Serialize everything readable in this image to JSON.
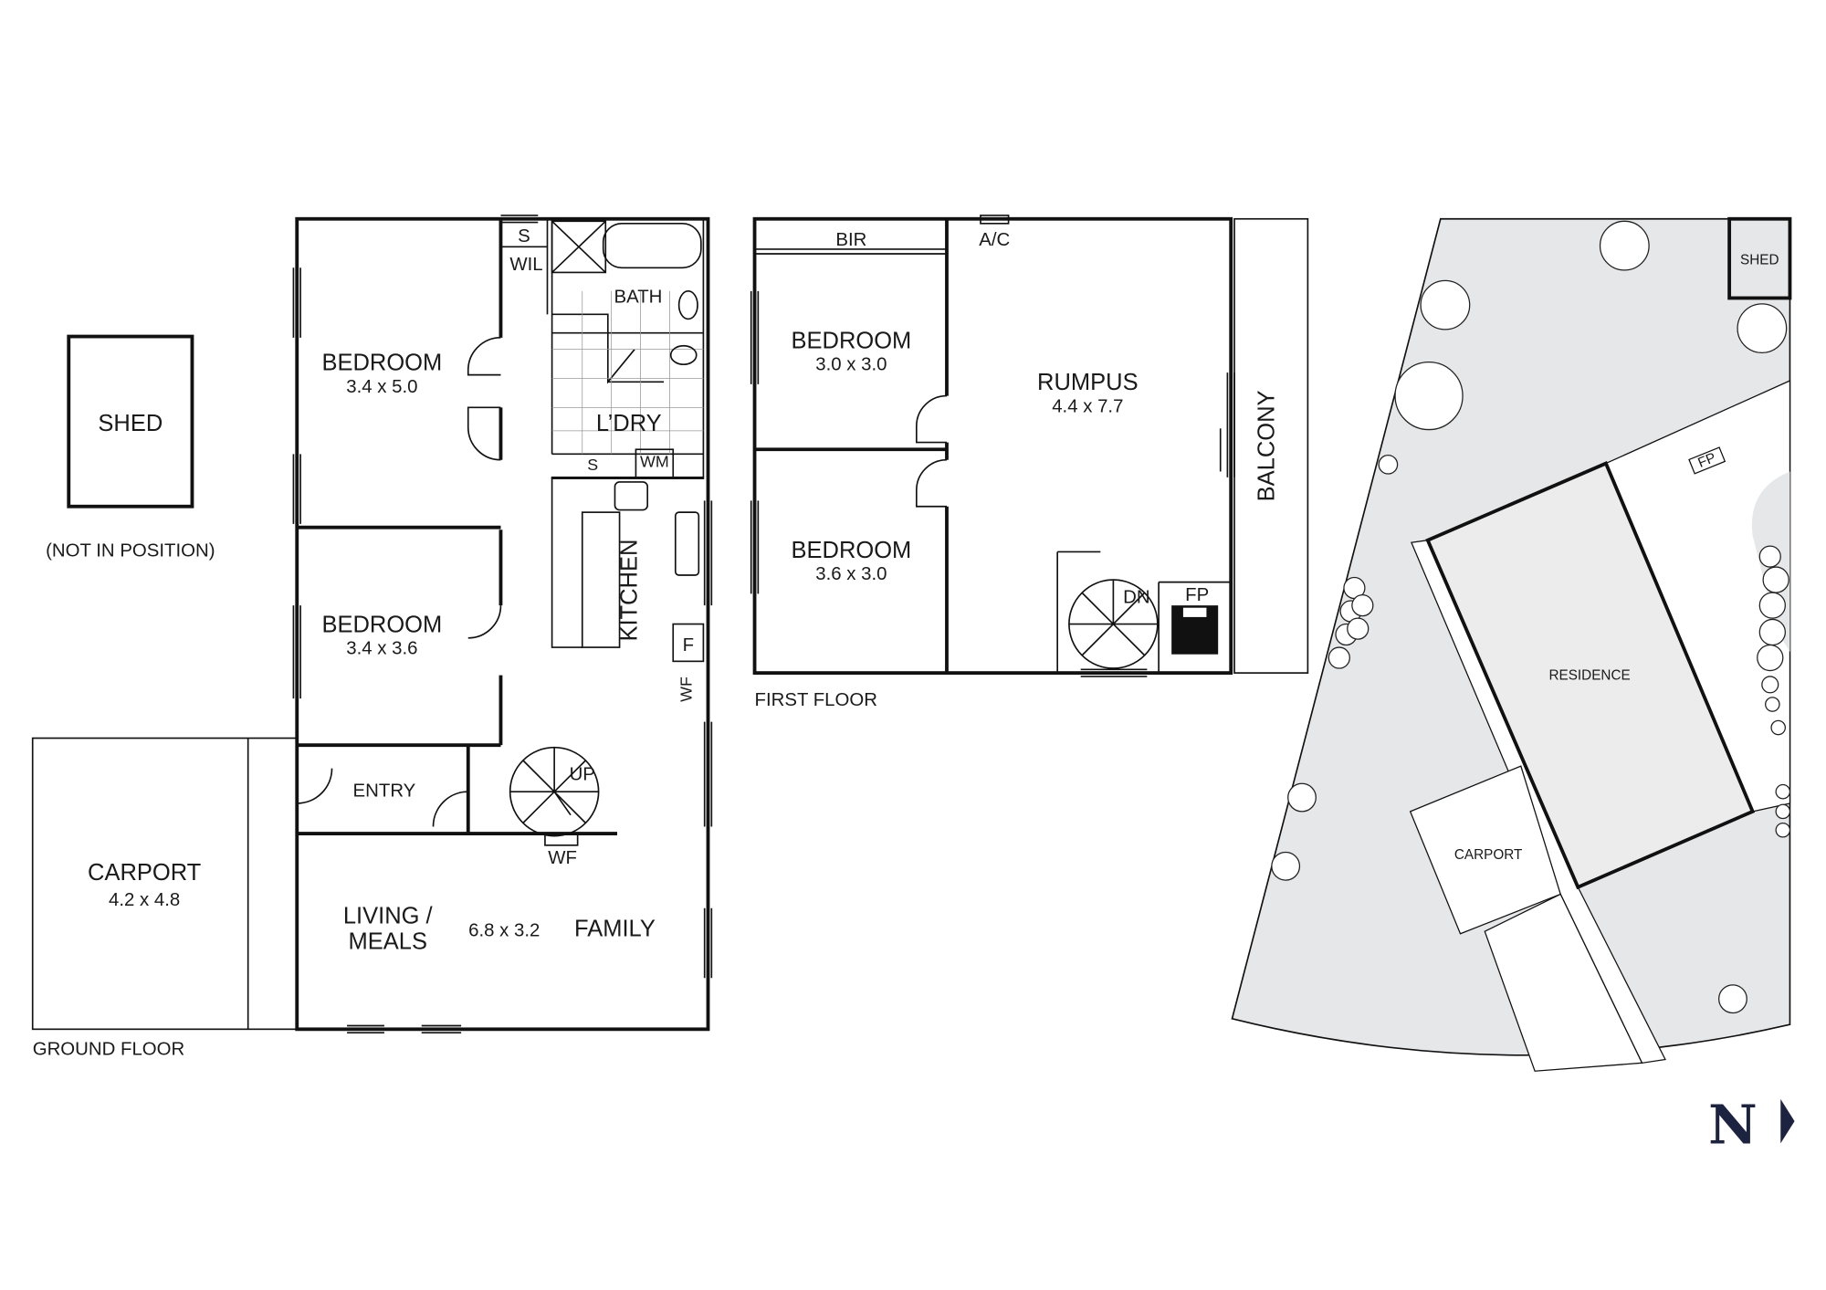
{
  "ground_floor": {
    "caption": "GROUND FLOOR",
    "shed": {
      "label": "SHED",
      "note": "(NOT IN POSITION)"
    },
    "rooms": [
      {
        "label": "BEDROOM",
        "size": "3.4 x 5.0"
      },
      {
        "label": "BEDROOM",
        "size": "3.4 x 3.6"
      },
      {
        "label": "CARPORT",
        "size": "4.2 x 4.8"
      },
      {
        "label": "LIVING /",
        "label2": "MEALS",
        "size": "6.8 x 3.2",
        "label3": "FAMILY"
      },
      {
        "label": "ENTRY"
      },
      {
        "label": "KITCHEN"
      },
      {
        "label": "BATH"
      },
      {
        "label": "L’DRY"
      },
      {
        "label": "WIL"
      }
    ],
    "fixtures": {
      "s1": "S",
      "s2": "S",
      "wm": "WM",
      "f": "F",
      "wf1": "WF",
      "wf2": "WF",
      "up": "UP"
    }
  },
  "first_floor": {
    "caption": "FIRST FLOOR",
    "rooms": [
      {
        "label": "BEDROOM",
        "size": "3.0 x 3.0"
      },
      {
        "label": "BEDROOM",
        "size": "3.6 x 3.0"
      },
      {
        "label": "RUMPUS",
        "size": "4.4 x 7.7"
      },
      {
        "label": "BALCONY"
      },
      {
        "label": "BIR"
      }
    ],
    "fixtures": {
      "ac": "A/C",
      "dn": "DN",
      "fp": "FP"
    }
  },
  "site_plan": {
    "shed": "SHED",
    "residence": "RESIDENCE",
    "carport": "CARPORT",
    "fp": "FP",
    "north": "N",
    "colors": {
      "lot": "#e6e7e8",
      "residence": "#ececec",
      "line": "#111111",
      "north": "#1c2340"
    }
  }
}
